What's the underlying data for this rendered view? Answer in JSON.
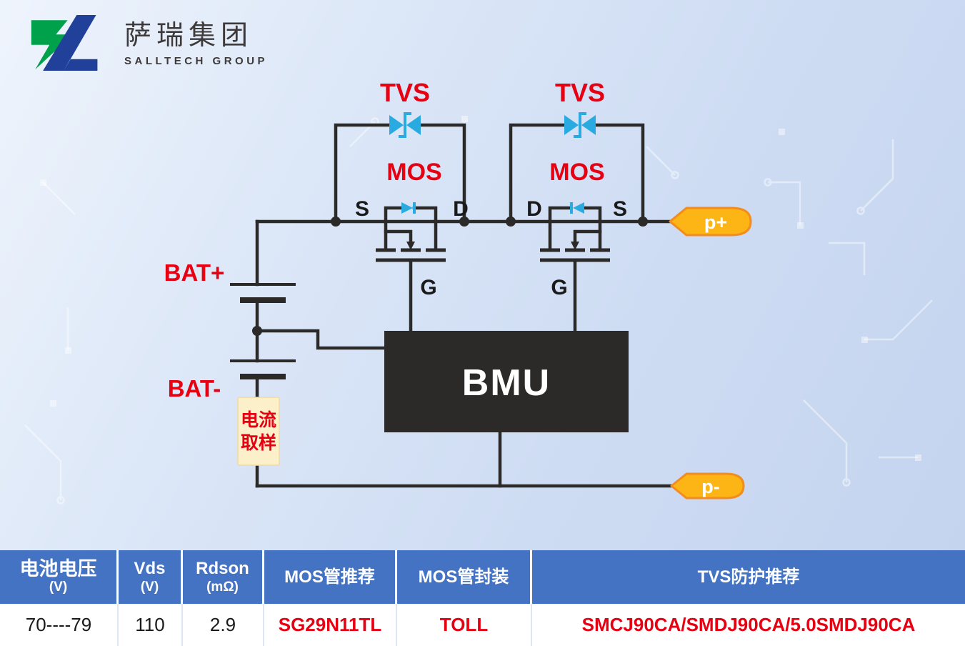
{
  "logo": {
    "name_cn": "萨瑞集团",
    "name_en": "SALLTECH GROUP"
  },
  "diagram": {
    "tvs": [
      {
        "label": "TVS"
      },
      {
        "label": "TVS"
      }
    ],
    "mos": [
      {
        "label": "MOS",
        "left": "S",
        "right": "D",
        "gate": "G"
      },
      {
        "label": "MOS",
        "left": "D",
        "right": "S",
        "gate": "G"
      }
    ],
    "battery": {
      "positive": "BAT+",
      "negative": "BAT-"
    },
    "controller": "BMU",
    "current_sense": {
      "line1": "电流",
      "line2": "取样"
    },
    "pack_positive": "p+",
    "pack_negative": "p-"
  },
  "table": {
    "headers": [
      {
        "line1": "电池电压",
        "line2": "(V)"
      },
      {
        "line1": "Vds",
        "line2": "(V)"
      },
      {
        "line1": "Rdson",
        "line2": "(mΩ)"
      },
      {
        "line1": "MOS管推荐",
        "line2": ""
      },
      {
        "line1": "MOS管封装",
        "line2": ""
      },
      {
        "line1": "TVS防护推荐",
        "line2": ""
      }
    ],
    "row": [
      "70----79",
      "110",
      "2.9",
      "SG29N11TL",
      "TOLL",
      "SMCJ90CA/SMDJ90CA/5.0SMDJ90CA"
    ]
  },
  "colors": {
    "accent_red": "#e60012",
    "diode_cyan": "#29abe2",
    "wire": "#2b2a29",
    "tag_gold": "#fdb515",
    "tag_stroke": "#f28c1e",
    "header_blue": "#4573c4",
    "logo_green": "#00a14b",
    "logo_blue": "#20409a"
  }
}
